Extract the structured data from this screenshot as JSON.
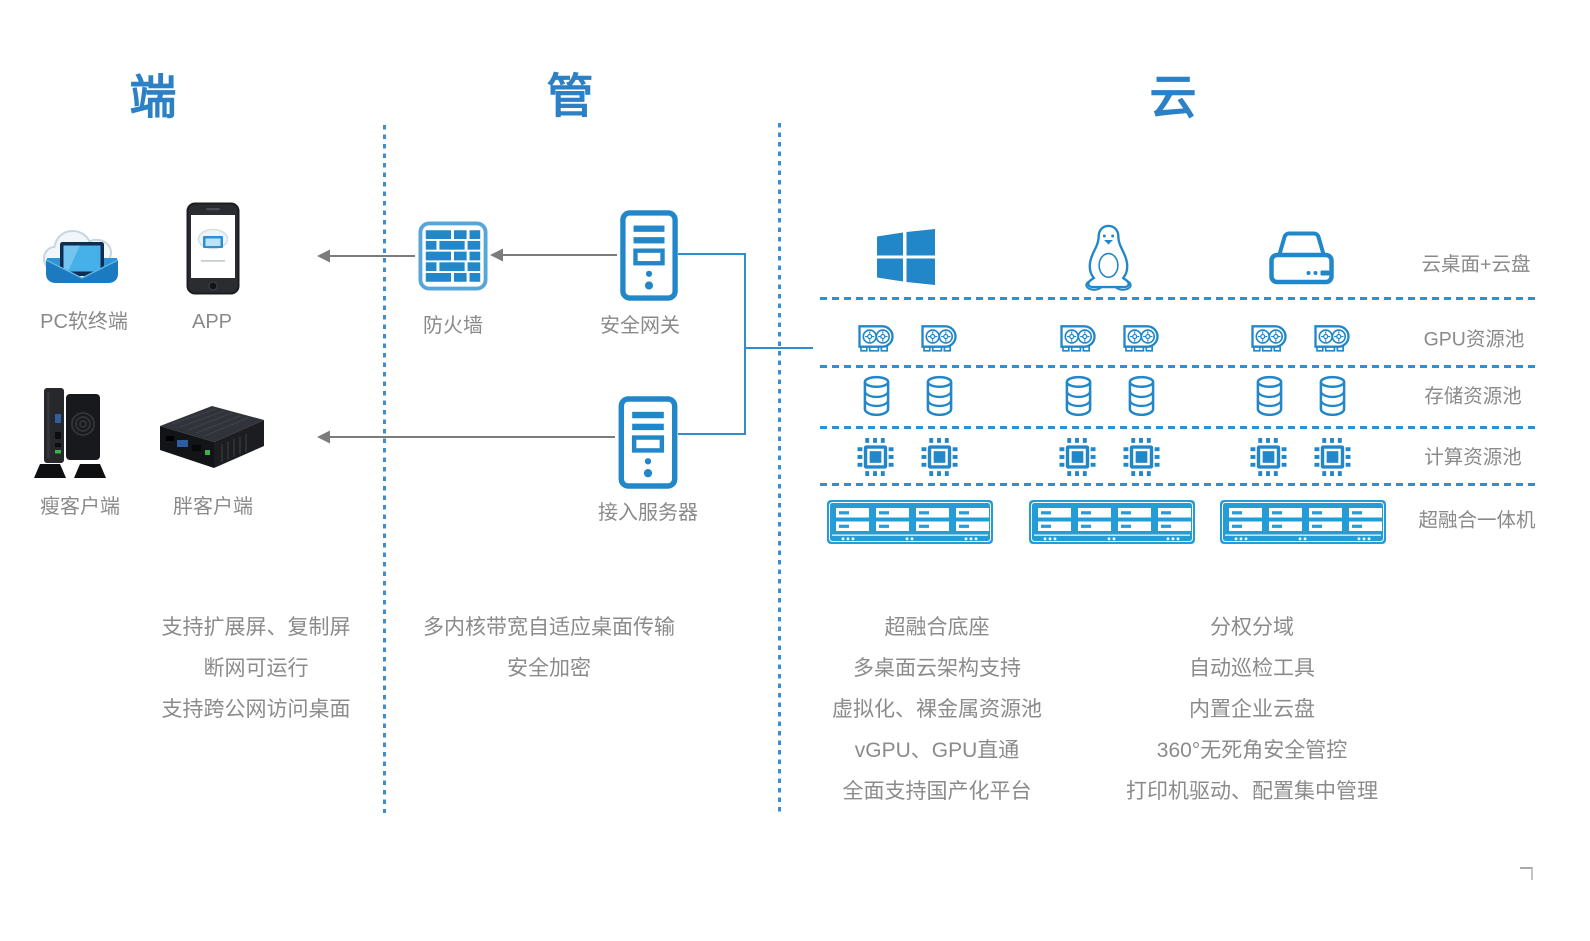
{
  "titles": {
    "terminal": "端",
    "pipe": "管",
    "cloud": "云"
  },
  "terminal": {
    "devices": [
      {
        "label": "PC软终端"
      },
      {
        "label": "APP"
      },
      {
        "label": "瘦客户端"
      },
      {
        "label": "胖客户端"
      }
    ],
    "features": [
      "支持扩展屏、复制屏",
      "断网可运行",
      "支持跨公网访问桌面"
    ]
  },
  "pipe": {
    "nodes": [
      {
        "label": "防火墙"
      },
      {
        "label": "安全网关"
      },
      {
        "label": "接入服务器"
      }
    ],
    "features": [
      "多内核带宽自适应桌面传输",
      "安全加密"
    ]
  },
  "cloud": {
    "pools": [
      {
        "label": "云桌面+云盘"
      },
      {
        "label": "GPU资源池"
      },
      {
        "label": "存储资源池"
      },
      {
        "label": "计算资源池"
      },
      {
        "label": "超融合一体机"
      }
    ],
    "features_left": [
      "超融合底座",
      "多桌面云架构支持",
      "虚拟化、裸金属资源池",
      "vGPU、GPU直通",
      "全面支持国产化平台"
    ],
    "features_right": [
      "分权分域",
      "自动巡检工具",
      "内置企业云盘",
      "360°无死角安全管控",
      "打印机驱动、配置集中管理"
    ]
  },
  "icons": {
    "terminal": [
      "cloud-pc-icon",
      "smartphone-icon",
      "thin-client-icon",
      "fat-client-icon"
    ],
    "pipe": [
      "firewall-icon",
      "server-tower-icon",
      "server-tower-icon"
    ],
    "cloud_os_row": [
      "windows-logo-icon",
      "linux-tux-icon",
      "cloud-disk-icon"
    ],
    "cloud_resource_rows": [
      "gpu-card-icon",
      "database-icon",
      "cpu-chip-icon",
      "rack-server-icon"
    ]
  },
  "colors": {
    "accent_blue": "#2287c9",
    "dashed_blue": "#3a8ed5",
    "label_gray": "#8a8a8a",
    "arrow_gray": "#7c7c7c",
    "appliance_blue": "#239cd8",
    "device_dark": "#1d1f23"
  }
}
